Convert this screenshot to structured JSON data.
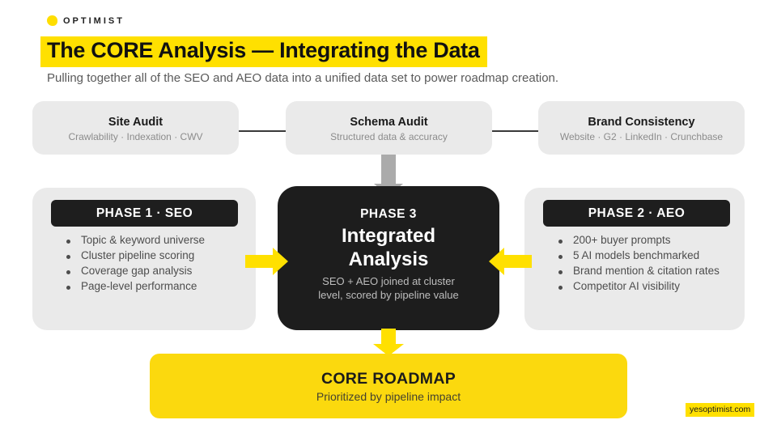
{
  "brand": {
    "logo_text": "OPTIMIST"
  },
  "header": {
    "title": "The CORE Analysis — Integrating the Data",
    "subtitle": "Pulling together all of the SEO and AEO data into a unified data set to power roadmap creation."
  },
  "sources": [
    {
      "title": "Site Audit",
      "subtitle": "Crawlability · Indexation · CWV"
    },
    {
      "title": "Schema Audit",
      "subtitle": "Structured data & accuracy"
    },
    {
      "title": "Brand Consistency",
      "subtitle": "Website · G2 · LinkedIn · Crunchbase"
    }
  ],
  "phase1": {
    "label": "PHASE 1 · SEO",
    "items": [
      "Topic & keyword universe",
      "Cluster pipeline scoring",
      "Coverage gap analysis",
      "Page-level performance"
    ]
  },
  "phase2": {
    "label": "PHASE 2 · AEO",
    "items": [
      "200+ buyer prompts",
      "5 AI models benchmarked",
      "Brand mention & citation rates",
      "Competitor AI visibility"
    ]
  },
  "phase3": {
    "label": "PHASE 3",
    "title": "Integrated Analysis",
    "description": "SEO + AEO joined at cluster level, scored by pipeline value"
  },
  "roadmap": {
    "title": "CORE ROADMAP",
    "subtitle": "Prioritized by pipeline impact"
  },
  "footer": {
    "website": "yesoptimist.com"
  },
  "colors": {
    "brand_yellow": "#FFE000",
    "roadmap_yellow": "#FBD90E",
    "box_gray": "#EAEAEA",
    "box_black": "#1D1D1D",
    "arrow_gray": "#ABABAB"
  }
}
